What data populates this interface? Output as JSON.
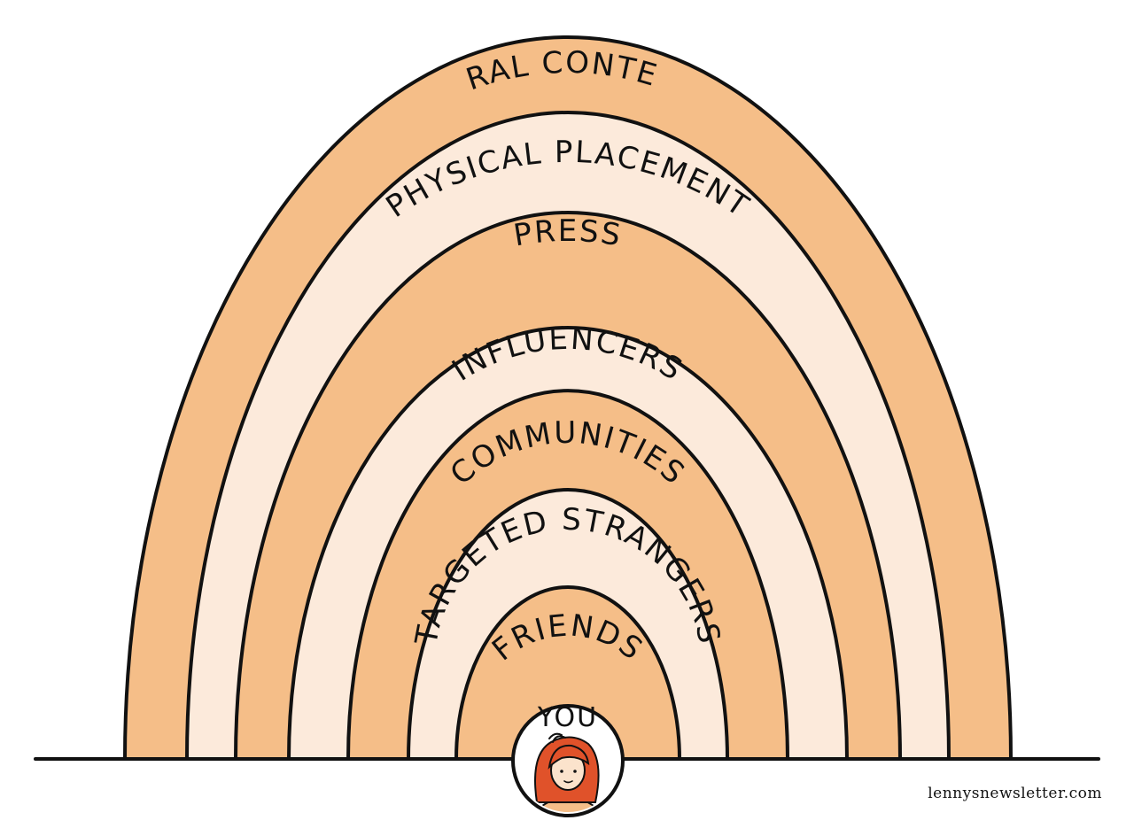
{
  "colors": {
    "band_dark": "#F5BE88",
    "band_light": "#FCEADB",
    "outline": "#111111",
    "hair": "#E0522A",
    "skin": "#FBE3CC"
  },
  "rings": [
    {
      "label": "VIRAL CONTENT",
      "fill": "dark"
    },
    {
      "label": "PHYSICAL PLACEMENT",
      "fill": "light"
    },
    {
      "label": "PRESS",
      "fill": "dark"
    },
    {
      "label": "INFLUENCERS",
      "fill": "light"
    },
    {
      "label": "COMMUNITIES",
      "fill": "dark"
    },
    {
      "label": "TARGETED STRANGERS",
      "fill": "light"
    },
    {
      "label": "FRIENDS",
      "fill": "dark"
    }
  ],
  "center": {
    "label": "YOU",
    "avatar_icon": "person-avatar-icon"
  },
  "credit": "lennysnewsletter.com"
}
